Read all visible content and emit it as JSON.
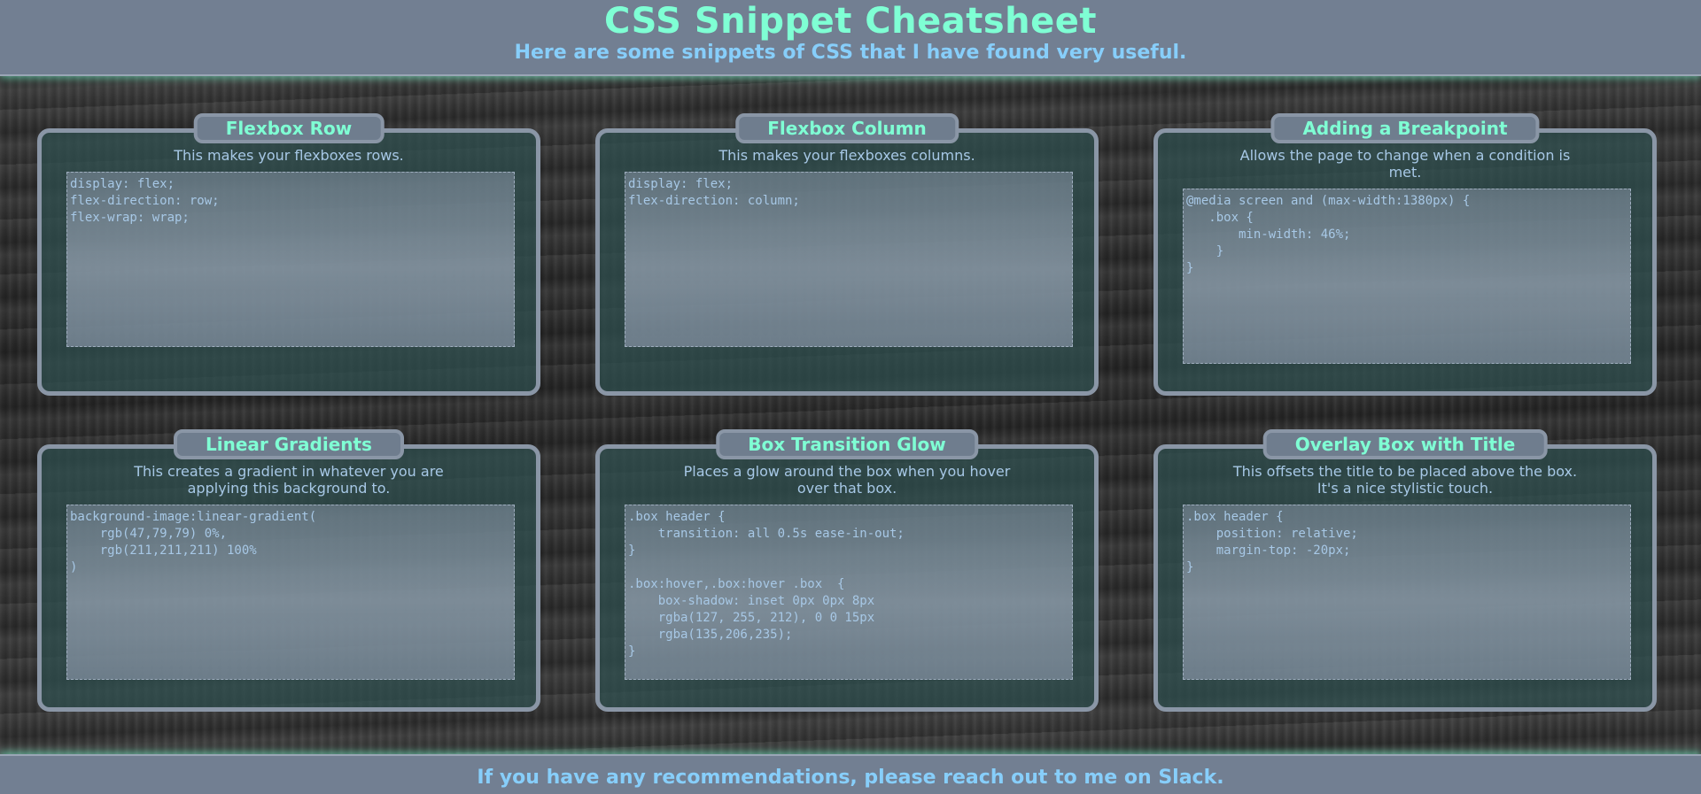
{
  "header": {
    "title": "CSS Snippet Cheatsheet",
    "subtitle": "Here are some snippets of CSS that I have found very useful."
  },
  "cards": [
    {
      "title": "Flexbox Row",
      "description": "This makes your flexboxes rows.",
      "code": "display: flex;\nflex-direction: row;\nflex-wrap: wrap;"
    },
    {
      "title": "Flexbox Column",
      "description": "This makes your flexboxes columns.",
      "code": "display: flex;\nflex-direction: column;"
    },
    {
      "title": "Adding a Breakpoint",
      "description": "Allows the page to change when a condition is met.",
      "code": "@media screen and (max-width:1380px) {\n   .box {\n       min-width: 46%;\n    }\n}"
    },
    {
      "title": "Linear Gradients",
      "description": "This creates a gradient in whatever you are applying this background to.",
      "code": "background-image:linear-gradient(\n    rgb(47,79,79) 0%,\n    rgb(211,211,211) 100%\n)"
    },
    {
      "title": "Box Transition Glow",
      "description": "Places a glow around the box when you hover over that box.",
      "code": ".box header {\n    transition: all 0.5s ease-in-out;\n}\n\n.box:hover,.box:hover .box  {\n    box-shadow: inset 0px 0px 8px\n    rgba(127, 255, 212), 0 0 15px\n    rgba(135,206,235);\n}"
    },
    {
      "title": "Overlay Box with Title",
      "description": "This offsets the title to be placed above the box. It's a nice stylistic touch.",
      "code": ".box header {\n    position: relative;\n    margin-top: -20px;\n}"
    }
  ],
  "footer": {
    "message": "If you have any recommendations, please reach out to me on Slack."
  },
  "colors": {
    "accent": "#7fffd4",
    "text_blue": "#87cefa",
    "box_bg": "#2f4f4f",
    "bar_bg": "#727f92"
  }
}
